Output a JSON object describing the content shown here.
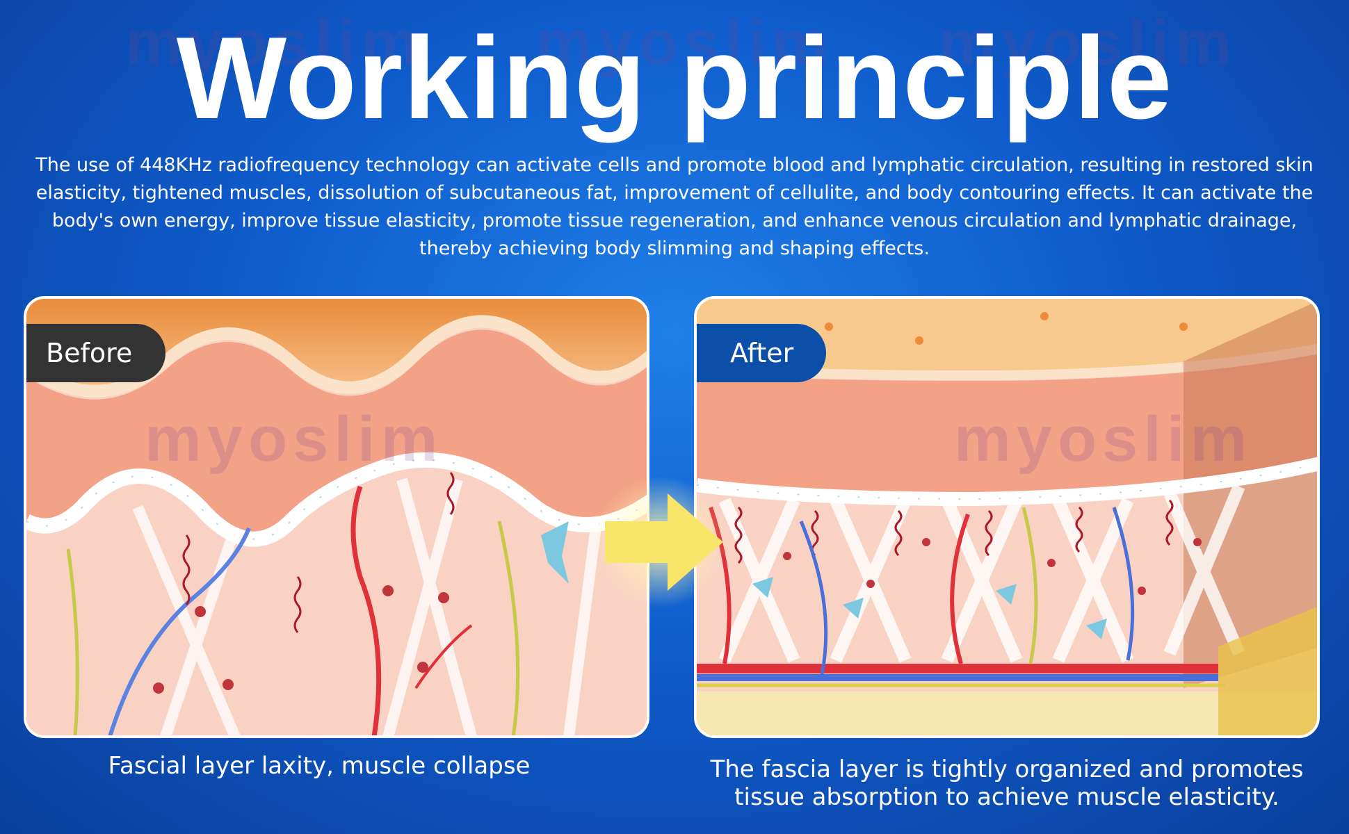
{
  "title": "Working principle",
  "description": "The use of 448KHz radiofrequency technology can activate cells and promote blood and lymphatic circulation, resulting in restored skin elasticity, tightened muscles, dissolution of subcutaneous fat, improvement of cellulite, and body contouring effects. It can activate the body's own energy, improve tissue elasticity, promote tissue regeneration, and enhance venous circulation and lymphatic drainage, thereby achieving body slimming and shaping effects.",
  "watermark": "myoslim",
  "before": {
    "badge": "Before",
    "caption": "Fascial layer laxity, muscle collapse"
  },
  "after": {
    "badge": "After",
    "caption": "The fascia layer is tightly organized and promotes tissue absorption to achieve muscle elasticity."
  },
  "colors": {
    "background": "#0f5ccc",
    "badge_before": "#333333",
    "badge_after": "#0c4fa8",
    "skin_top": "#f2a868",
    "dermis": "#f4a287",
    "tissue": "#f9d2c4",
    "arrow": "#f8e56a"
  },
  "icons": [
    "arrow-right-icon"
  ]
}
